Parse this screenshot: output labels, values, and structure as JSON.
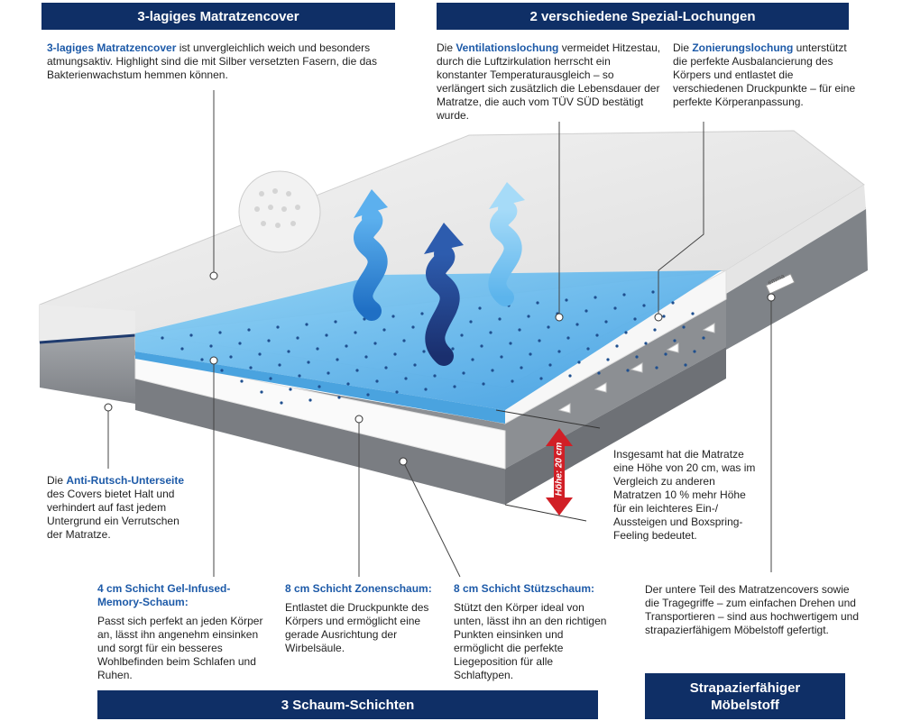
{
  "banners": {
    "cover": "3-lagiges Matratzencover",
    "holes": "2 verschiedene Spezial-Lochungen",
    "foam": "3 Schaum-Schichten",
    "fabric_line1": "Strapazierfähiger",
    "fabric_line2": "Möbelstoff"
  },
  "blocks": {
    "cover": {
      "hl": "3-lagiges Matratzencover",
      "text": " ist unvergleichlich weich und besonders atmungsaktiv. Highlight sind die mit Silber versetzten Fasern, die das Bakterienwachstum hemmen können."
    },
    "ventilation": {
      "pre": "Die ",
      "hl": "Ventilationslochung",
      "text": " vermeidet Hitzestau, durch die Luftzirkulation herrscht ein konstanter Temperaturausgleich – so verlängert sich zusätzlich die Lebensdauer der Matratze, die auch vom TÜV SÜD bestätigt wurde."
    },
    "zoning": {
      "pre": "Die ",
      "hl": "Zonierungslochung",
      "text": " unterstützt die perfekte Ausbalancierung des Körpers und entlastet die verschiedenen Druckpunkte – für eine perfekte Körperanpassung."
    },
    "antislip": {
      "pre": "Die ",
      "hl": "Anti-Rutsch-Unterseite",
      "text": " des Covers bietet Halt und verhindert auf fast jedem Untergrund ein Verrutschen der Matratze."
    },
    "height": "Insgesamt hat die Matratze eine Höhe von 20 cm, was im Vergleich zu anderen Matratzen 10 % mehr Höhe für ein leichteres Ein-/ Aussteigen und Boxspring-Feeling bedeutet.",
    "gel": {
      "title": "4 cm Schicht Gel-Infused-Memory-Schaum:",
      "text": "Passt sich perfekt an jeden Körper an, lässt ihn angenehm einsinken und sorgt für ein besseres Wohlbefinden beim Schlafen und Ruhen."
    },
    "zone": {
      "title": "8 cm Schicht Zonenschaum:",
      "text": "Entlastet die Druckpunkte des Körpers und ermöglicht eine gerade Ausrichtung der Wirbelsäule."
    },
    "support": {
      "title": "8 cm Schicht Stützschaum:",
      "text": "Stützt den Körper ideal von unten, lässt ihn an den richtigen Punkten einsinken und ermöglicht die perfekte Liegeposition für alle Schlaftypen."
    },
    "fabric": "Der untere Teil des Matratzencovers sowie die Tragegriffe – zum einfachen Drehen und Transportieren – sind aus hochwertigem und strapazierfähigem Möbelstoff gefertigt."
  },
  "height_label": "Höhe: 20 cm",
  "logo_text": "emma",
  "colors": {
    "banner": "#0f2f66",
    "highlight": "#1d5aa8",
    "gel_layer": "#5cb6ea",
    "arrow_red": "#d11f26",
    "base_gray": "#8a8d91"
  }
}
